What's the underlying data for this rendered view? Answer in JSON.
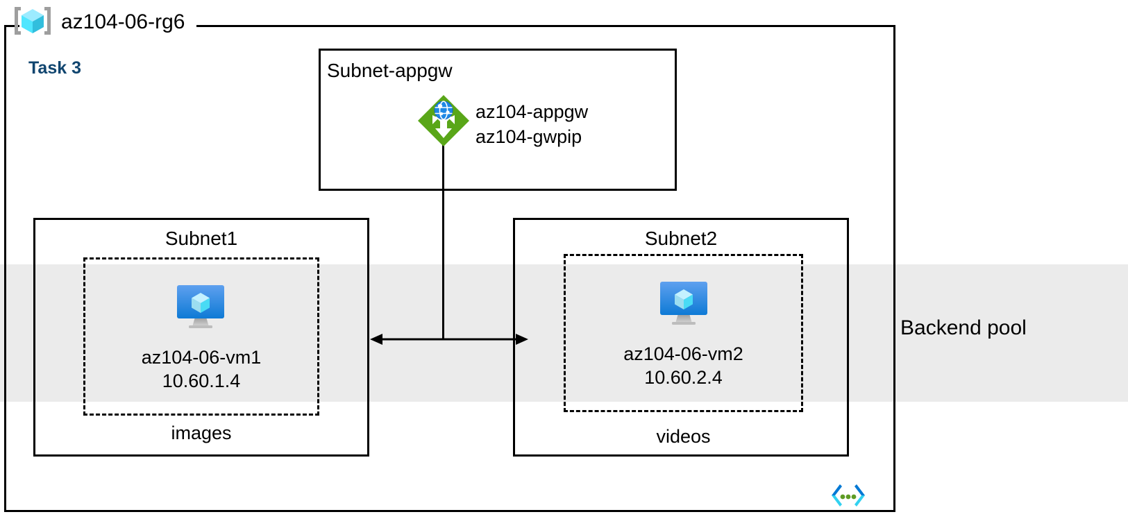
{
  "diagram": {
    "title": "az104-06-rg6",
    "task_label": "Task 3",
    "resource_group_icon": "resource-group-cube-icon",
    "code_icon": "code-brackets-icon",
    "colors": {
      "task_label": "#10456f",
      "backend_band": "#ebebeb",
      "appgw_green": "#59A618",
      "appgw_globe_blue": "#1E88E5",
      "vm_blue": "#1683D8",
      "vm_cube_cyan": "#9FE7FA",
      "rg_cube_cyan": "#50E6FF",
      "rg_bracket_gray": "#9E9E9E",
      "stroke": "#000000",
      "code_icon_blue": "#0078D4",
      "code_icon_cyan": "#32D1F0",
      "code_icon_green": "#5E9B24"
    }
  },
  "backend_pool": {
    "label": "Backend pool"
  },
  "subnets": [
    {
      "id": "subnet-appgw",
      "title": "Subnet-appgw",
      "resources": [
        {
          "name": "az104-appgw",
          "icon": "application-gateway-icon"
        },
        {
          "name": "az104-gwpip",
          "icon": "public-ip-icon"
        }
      ]
    },
    {
      "id": "subnet1",
      "title": "Subnet1",
      "caption": "images",
      "vm": {
        "icon": "virtual-machine-icon",
        "name": "az104-06-vm1",
        "ip": "10.60.1.4"
      }
    },
    {
      "id": "subnet2",
      "title": "Subnet2",
      "caption": "videos",
      "vm": {
        "icon": "virtual-machine-icon",
        "name": "az104-06-vm2",
        "ip": "10.60.2.4"
      }
    }
  ],
  "appgw": {
    "line1": "az104-appgw",
    "line2": "az104-gwpip"
  }
}
